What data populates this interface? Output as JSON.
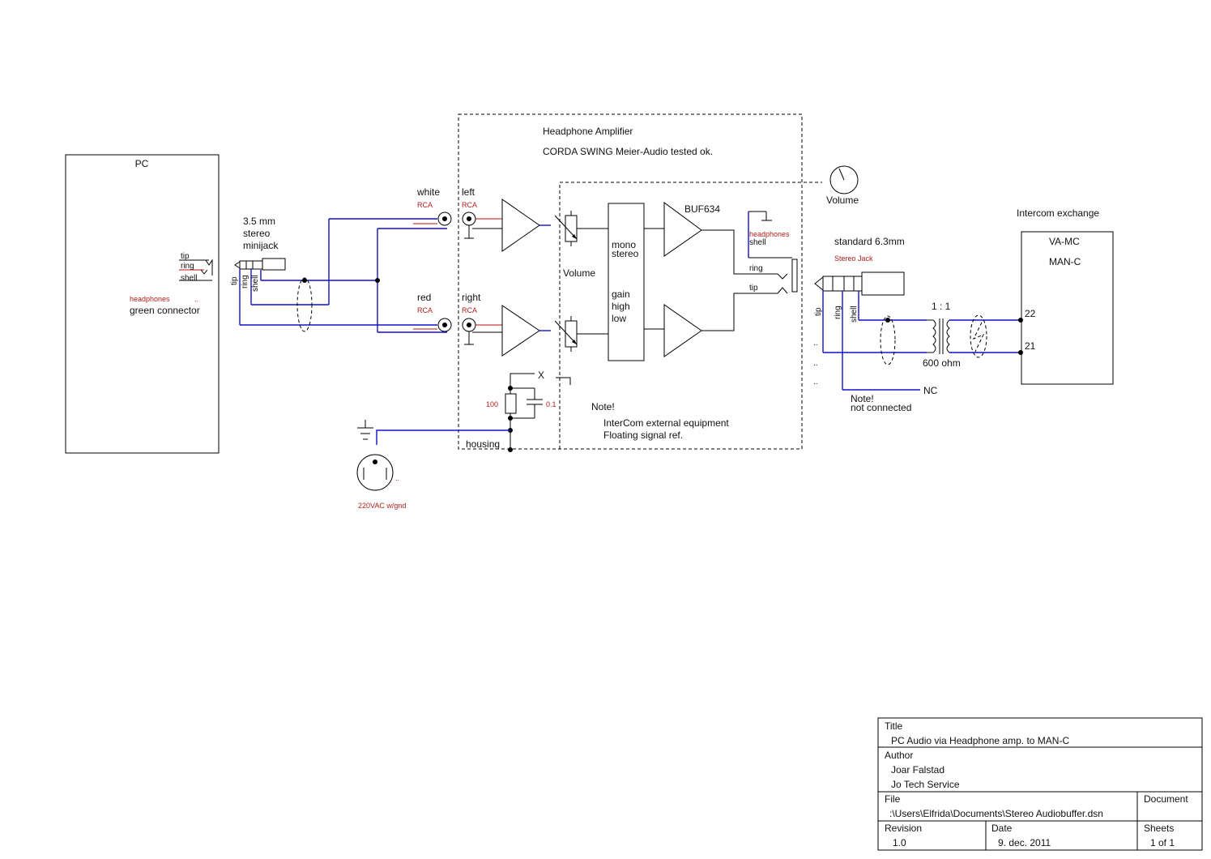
{
  "pc": {
    "title": "PC",
    "jack_pins": [
      "tip",
      "ring",
      "shell"
    ],
    "headphones": "headphones",
    "connector": "green connector",
    "dots": ".."
  },
  "minijack": {
    "line1": "3.5 mm",
    "line2": "stereo",
    "line3": "minijack",
    "pin_tip": "tip",
    "pin_ring": "ring",
    "pin_shell": "shell"
  },
  "rca": {
    "white": "white",
    "red": "red",
    "left": "left",
    "right": "right",
    "rca": "RCA"
  },
  "amplifier": {
    "title": "Headphone Amplifier",
    "model": "CORDA SWING   Meier-Audio    tested ok.",
    "volume_label": "Volume",
    "buffer": "BUF634",
    "switch_mode": [
      "mono",
      "stereo"
    ],
    "switch_gain": [
      "gain",
      "high",
      "low"
    ],
    "headphones": "headphones",
    "shell": "shell",
    "ring": "ring",
    "tip": "tip",
    "x_label": "X",
    "r_value": "100",
    "c_value": "0.1",
    "housing": "housing",
    "note_title": "Note!",
    "note_line1": "InterCom external equipment",
    "note_line2": "Floating signal ref."
  },
  "volume_knob": {
    "label": "Volume"
  },
  "mains": {
    "label": "220VAC w/gnd",
    "dots": ".."
  },
  "output_jack": {
    "title": "standard 6.3mm",
    "subtitle": "Stereo Jack",
    "pin_tip": "tip",
    "pin_ring": "ring",
    "pin_shell": "shell",
    "dots": ".."
  },
  "transformer": {
    "ratio": "1 : 1",
    "impedance": "600 ohm",
    "nc": "NC",
    "note_title": "Note!",
    "note_text": "not connected"
  },
  "intercom": {
    "title": "Intercom exchange",
    "line1": "VA-MC",
    "line2": "MAN-C",
    "pin_a": "22",
    "pin_b": "21"
  },
  "title_block": {
    "title_label": "Title",
    "title_value": "PC Audio via Headphone amp.  to  MAN-C",
    "author_label": "Author",
    "author_value1": "Joar Falstad",
    "author_value2": "Jo Tech Service",
    "file_label": "File",
    "file_value": ":\\Users\\Elfrida\\Documents\\Stereo Audiobuffer.dsn",
    "document_label": "Document",
    "revision_label": "Revision",
    "revision_value": "1.0",
    "date_label": "Date",
    "date_value": "9. dec. 2011",
    "sheets_label": "Sheets",
    "sheets_value": "1 of 1"
  },
  "colors": {
    "wire": "#1010c8",
    "signal": "#c01010",
    "line": "#000000"
  }
}
